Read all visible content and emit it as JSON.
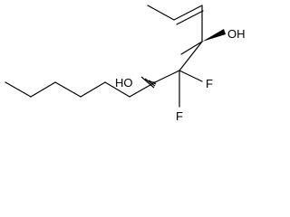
{
  "molecule": {
    "labels": {
      "oh_top": "OH",
      "oh_left": "HO",
      "f_right": "F",
      "f_bottom": "F"
    },
    "colors": {
      "bond": "#000000",
      "label": "#000000",
      "background": "#ffffff"
    }
  }
}
